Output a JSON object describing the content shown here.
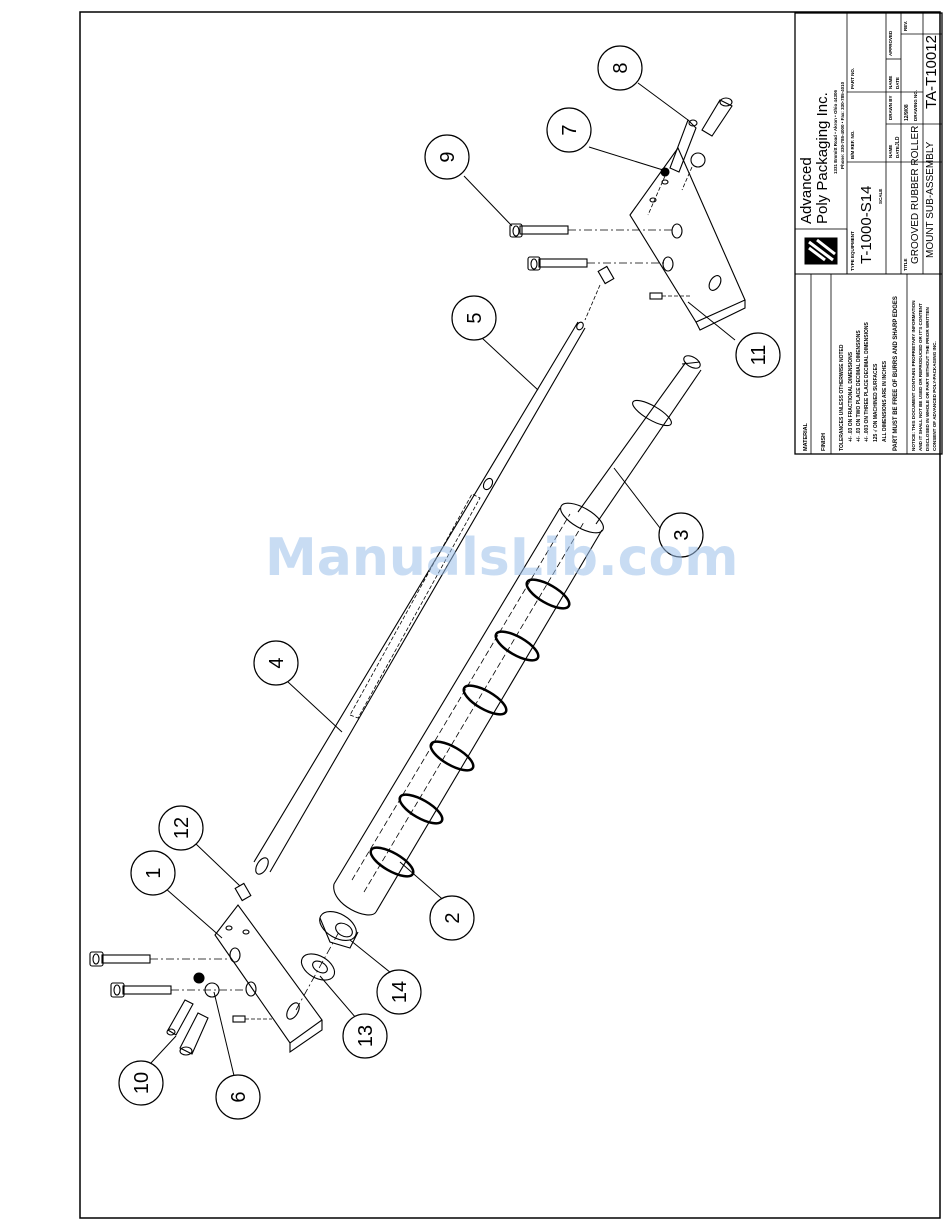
{
  "watermark": "ManualsLib.com",
  "balloons": [
    "1",
    "2",
    "3",
    "4",
    "5",
    "6",
    "7",
    "8",
    "9",
    "10",
    "11",
    "12",
    "13",
    "14"
  ],
  "title_block": {
    "company_line1": "Advanced",
    "company_line2": "Poly Packaging Inc.",
    "address": "1331 Emmitt Road  •  Akron  •  Ohio 44306",
    "phone": "Phone: 330-785-4000  •  Fax: 330-785-4010",
    "type_equipment_label": "TYPE EQUIPMENT",
    "equipment_model": "T-1000-S14",
    "scale_label": "SCALE",
    "part_no_label": "PART NO.",
    "bom_ref_label": "B/M REF. NO.",
    "drawn_by_label": "DRAWN BY",
    "name_label": "NAME",
    "date_label": "DATE",
    "approved_label": "APPROVED",
    "drawn_name": "JLD",
    "drawn_date": "12/9/08",
    "drawing_no_label": "DRAWING NO.",
    "drawing_no": "TA-T10012",
    "rev_label": "REV.",
    "title_label": "TITLE",
    "title_line1": "GROOVED RUBBER ROLLER",
    "title_line2": "MOUNT SUB-ASSEMBLY",
    "material_label": "MATERIAL",
    "finish_label": "FINISH",
    "tolerances": [
      "TOLERANCES UNLESS OTHERWISE NOTED",
      "+/- .03 ON FRACTIONAL DIMENSIONS",
      "+/- .03 ON TWO PLACE DECIMAL DIMENSIONS",
      "+/- .003 ON THREE PLACE DECIMAL DIMENSIONS",
      "125 √ ON MACHINED SURFACES",
      "ALL DIMENSIONS ARE IN INCHES",
      "PART MUST BE FREE OF BURRS AND SHARP EDGES"
    ],
    "notice": [
      "NOTICE: THIS DOCUMENT CONTAINS PROPRIETARY INFORMATION",
      "AND IT SHALL NOT BE USED OR REPRODUCED OR IT'S CONTENT",
      "DISCLOSED IN WHOLE OR PART WITHOUT THE PRIOR WRITTEN",
      "CONSENT OF ADVANCED POLY-PACKAGING INC."
    ]
  }
}
